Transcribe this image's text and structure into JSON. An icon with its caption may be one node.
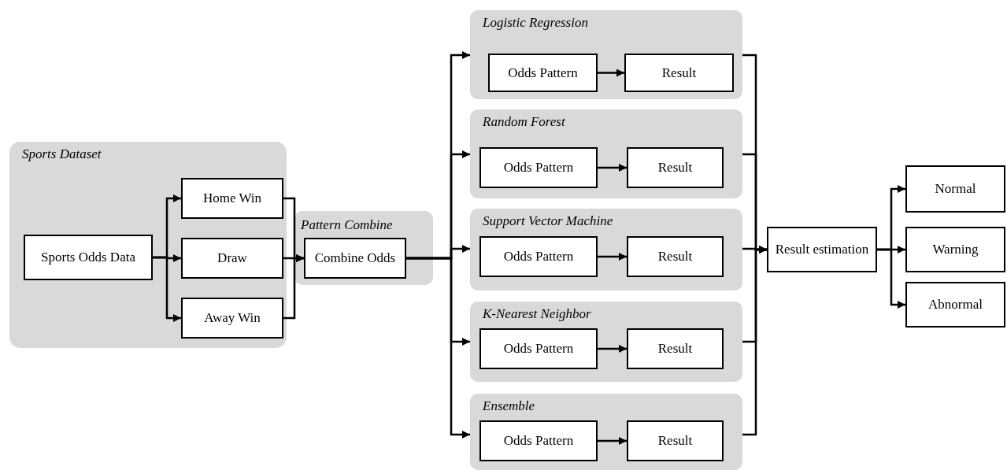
{
  "diagram": {
    "nodes": [
      {
        "text": [
          "Sports Dataset"
        ]
      },
      {
        "text": [
          "Sports Odds Data"
        ],
        "in": 0
      },
      {
        "text": [
          "Home Win"
        ],
        "in": 0
      },
      {
        "text": [
          "Draw"
        ],
        "in": 0
      },
      {
        "text": [
          "Away Win"
        ],
        "in": 0
      },
      {
        "text": [
          "Pattern Combine"
        ]
      },
      {
        "text": [
          "Combine Odds"
        ],
        "in": 5
      },
      {
        "text": [
          "Logistic Regression"
        ]
      },
      {
        "text": [
          "Odds Pattern"
        ],
        "in": 7
      },
      {
        "text": [
          "Result"
        ],
        "in": 7
      },
      {
        "text": [
          "Random Forest"
        ]
      },
      {
        "text": [
          "Odds Pattern"
        ],
        "in": 10
      },
      {
        "text": [
          "Result"
        ],
        "in": 10
      },
      {
        "text": [
          "Support Vector Machine"
        ]
      },
      {
        "text": [
          "Odds Pattern"
        ],
        "in": 13
      },
      {
        "text": [
          "Result"
        ],
        "in": 13
      },
      {
        "text": [
          "K-Nearest Neighbor"
        ]
      },
      {
        "text": [
          "Odds Pattern"
        ],
        "in": 16
      },
      {
        "text": [
          "Result"
        ],
        "in": 16
      },
      {
        "text": [
          "Ensemble"
        ]
      },
      {
        "text": [
          "Odds Pattern"
        ],
        "in": 19
      },
      {
        "text": [
          "Result"
        ],
        "in": 19
      },
      {
        "text": [
          "Result estimation"
        ]
      },
      {
        "text": [
          "Normal"
        ]
      },
      {
        "text": [
          "Warning"
        ]
      },
      {
        "text": [
          "Abnormal"
        ]
      }
    ],
    "edges": [
      {
        "from": 1,
        "to": 2,
        "arrow": "to"
      },
      {
        "from": 1,
        "to": 3,
        "arrow": "to"
      },
      {
        "from": 1,
        "to": 4,
        "arrow": "to"
      },
      {
        "from": 2,
        "to": 6,
        "arrow": "to"
      },
      {
        "from": 3,
        "to": 6,
        "arrow": "to"
      },
      {
        "from": 4,
        "to": 6,
        "arrow": "to"
      },
      {
        "from": 6,
        "to": 7,
        "arrow": "to"
      },
      {
        "from": 6,
        "to": 10,
        "arrow": "to"
      },
      {
        "from": 6,
        "to": 13,
        "arrow": "to"
      },
      {
        "from": 6,
        "to": 16,
        "arrow": "to"
      },
      {
        "from": 6,
        "to": 19,
        "arrow": "to"
      },
      {
        "from": 8,
        "to": 9,
        "arrow": "to"
      },
      {
        "from": 11,
        "to": 12,
        "arrow": "to"
      },
      {
        "from": 14,
        "to": 15,
        "arrow": "to"
      },
      {
        "from": 17,
        "to": 18,
        "arrow": "to"
      },
      {
        "from": 20,
        "to": 21,
        "arrow": "to"
      },
      {
        "from": 7,
        "to": 22,
        "arrow": "to"
      },
      {
        "from": 10,
        "to": 22,
        "arrow": "to"
      },
      {
        "from": 13,
        "to": 22,
        "arrow": "to"
      },
      {
        "from": 16,
        "to": 22,
        "arrow": "to"
      },
      {
        "from": 19,
        "to": 22,
        "arrow": "to"
      },
      {
        "from": 22,
        "to": 23,
        "arrow": "to"
      },
      {
        "from": 22,
        "to": 24,
        "arrow": "to"
      },
      {
        "from": 22,
        "to": 25,
        "arrow": "to"
      }
    ]
  }
}
